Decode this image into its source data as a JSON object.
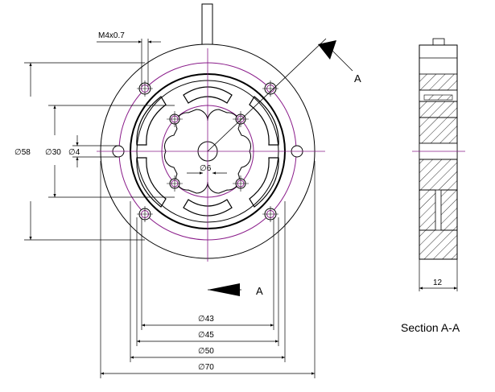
{
  "drawing": {
    "thread_label": "M4x0.7",
    "section_marker": "A",
    "section_marker_bottom": "A",
    "dimensions": {
      "d58": "∅58",
      "d30": "∅30",
      "d4": "∅4",
      "d6": "∅6",
      "d43": "∅43",
      "d45": "∅45",
      "d50": "∅50",
      "d70": "∅70",
      "thickness": "12"
    },
    "section_title": "Section A-A",
    "colors": {
      "line": "#000000",
      "construction": "#8a1c8a"
    }
  }
}
